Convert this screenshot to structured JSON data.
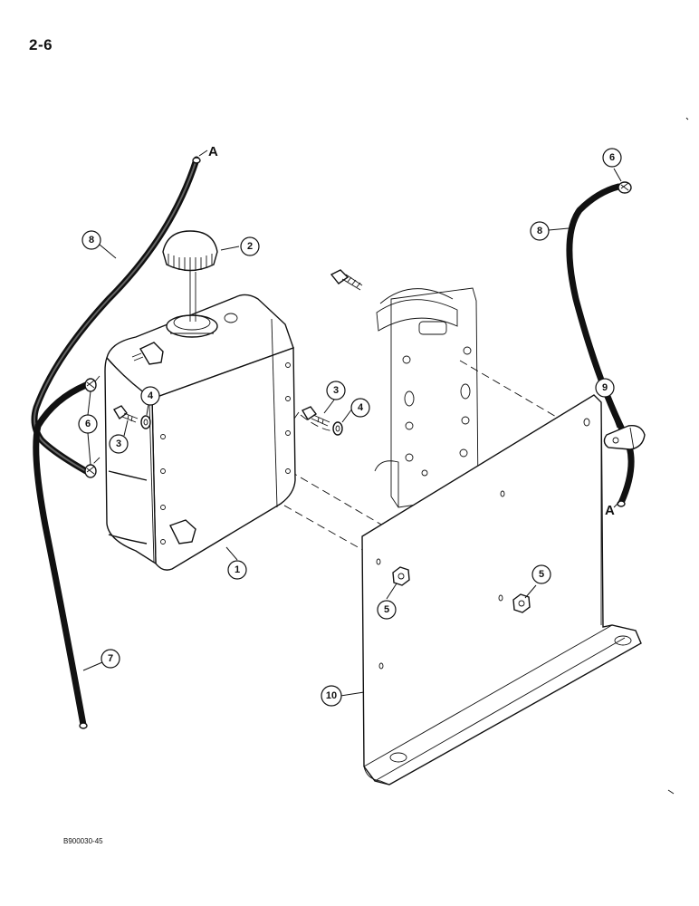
{
  "page": {
    "number": "2-6",
    "figure_id": "B900030-45"
  },
  "connections": {
    "hose_end_top": "A",
    "hose_end_right": "A"
  },
  "callouts": {
    "tank": "1",
    "cap": "2",
    "bolt_left": "3",
    "bolt_center": "3",
    "washer_left": "4",
    "washer_center": "4",
    "nut_left": "5",
    "nut_right": "5",
    "clamp_upper_left": "6",
    "clamp_lower_left": "6",
    "clamp_right": "6",
    "hose_lower_left": "7",
    "hose_upper_left": "8",
    "hose_right": "8",
    "hose_clip": "9",
    "bracket": "10"
  }
}
